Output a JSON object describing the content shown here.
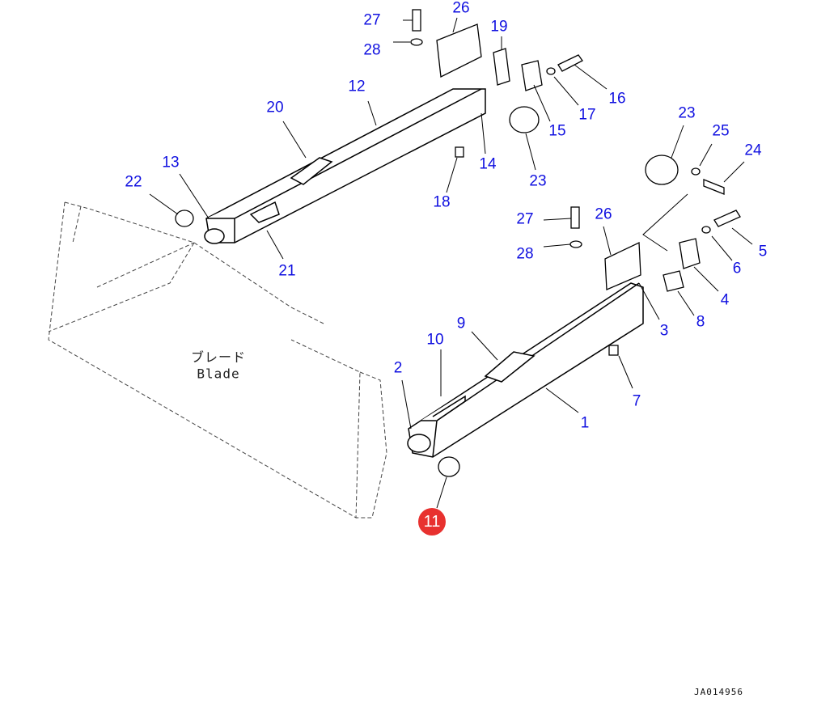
{
  "diagram": {
    "blade_label_jp": "ブレード",
    "blade_label_en": "Blade",
    "drawing_code": "JA014956",
    "highlight_color": "#e8312f",
    "callout_color": "#1010e0",
    "callouts": [
      "27",
      "26",
      "19",
      "28",
      "16",
      "12",
      "20",
      "17",
      "15",
      "23",
      "25",
      "24",
      "13",
      "14",
      "22",
      "23",
      "18",
      "27",
      "26",
      "5",
      "6",
      "28",
      "21",
      "4",
      "3",
      "8",
      "9",
      "10",
      "2",
      "7",
      "1",
      "11"
    ],
    "highlighted_part": "11"
  }
}
